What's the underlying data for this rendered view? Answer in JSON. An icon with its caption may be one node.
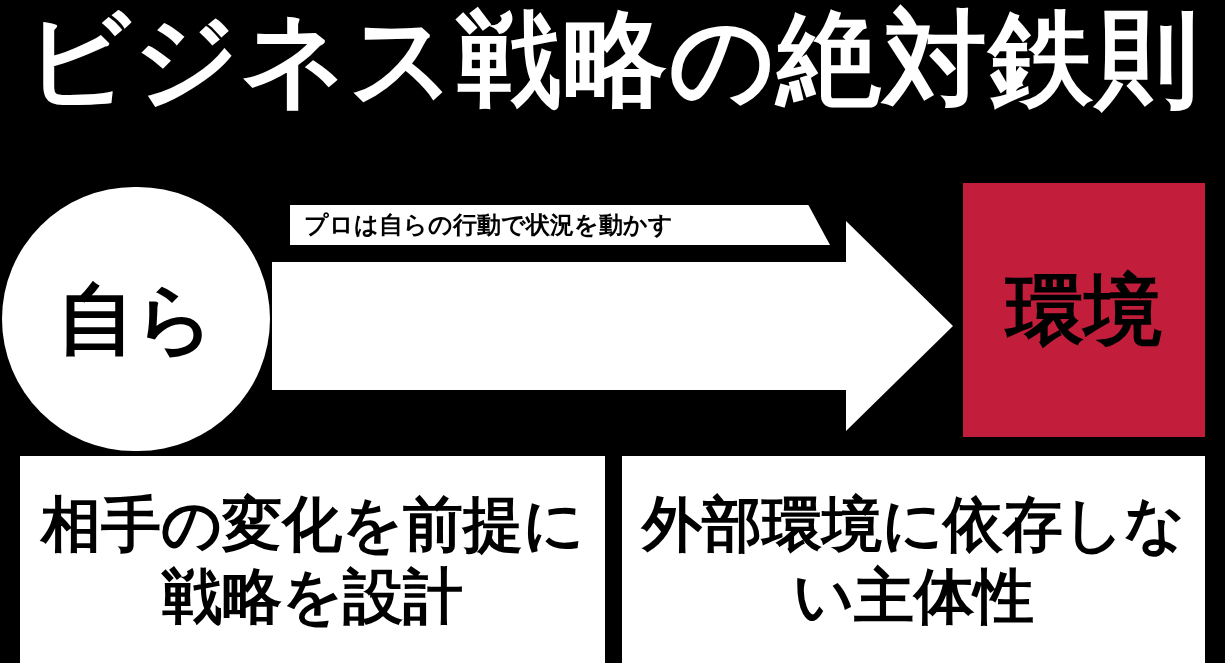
{
  "diagram": {
    "title": "ビジネス戦略の絶対鉄則",
    "nodes": [
      {
        "text": [
          "自ら"
        ]
      },
      {
        "text": [
          "環境"
        ]
      },
      {
        "text": [
          "相手の変化を前提に戦略を設計"
        ]
      },
      {
        "text": [
          "外部環境に依存しない主体性"
        ]
      }
    ],
    "edges": [
      {
        "from": 0,
        "to": 1,
        "arrow": "to",
        "label": "プロは自らの行動で状況を動かす",
        "style": "thick"
      }
    ]
  }
}
